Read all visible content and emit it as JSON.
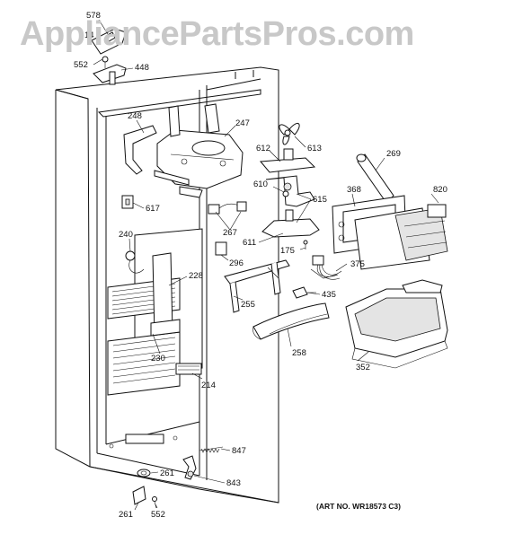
{
  "watermark": "AppliancePartsPros.com",
  "art_number": "(ART NO. WR18573 C3)",
  "labels": [
    {
      "id": "578",
      "text": "578"
    },
    {
      "id": "14",
      "text": "14"
    },
    {
      "id": "552a",
      "text": "552"
    },
    {
      "id": "448",
      "text": "448"
    },
    {
      "id": "248",
      "text": "248"
    },
    {
      "id": "247",
      "text": "247"
    },
    {
      "id": "612",
      "text": "612"
    },
    {
      "id": "613",
      "text": "613"
    },
    {
      "id": "269",
      "text": "269"
    },
    {
      "id": "610",
      "text": "610"
    },
    {
      "id": "615",
      "text": "615"
    },
    {
      "id": "368",
      "text": "368"
    },
    {
      "id": "820",
      "text": "820"
    },
    {
      "id": "617",
      "text": "617"
    },
    {
      "id": "267",
      "text": "267"
    },
    {
      "id": "611",
      "text": "611"
    },
    {
      "id": "175",
      "text": "175"
    },
    {
      "id": "240",
      "text": "240"
    },
    {
      "id": "296",
      "text": "296"
    },
    {
      "id": "375",
      "text": "375"
    },
    {
      "id": "228",
      "text": "228"
    },
    {
      "id": "255",
      "text": "255"
    },
    {
      "id": "435",
      "text": "435"
    },
    {
      "id": "258",
      "text": "258"
    },
    {
      "id": "352",
      "text": "352"
    },
    {
      "id": "230",
      "text": "230"
    },
    {
      "id": "214",
      "text": "214"
    },
    {
      "id": "847",
      "text": "847"
    },
    {
      "id": "261a",
      "text": "261"
    },
    {
      "id": "843",
      "text": "843"
    },
    {
      "id": "261b",
      "text": "261"
    },
    {
      "id": "552b",
      "text": "552"
    }
  ]
}
